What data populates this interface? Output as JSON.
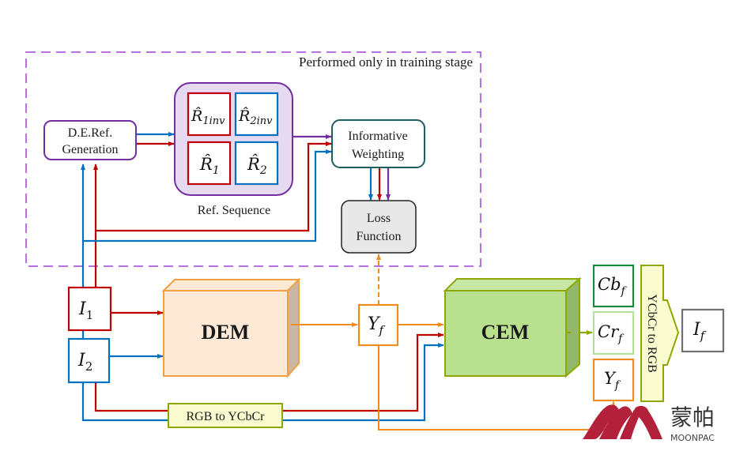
{
  "diagram": {
    "training_region_label": "Performed only in training stage",
    "deref": {
      "line1": "D.E.Ref.",
      "line2": "Generation"
    },
    "ref_sequence": {
      "label": "Ref. Sequence",
      "items": [
        {
          "base": "R̂",
          "sub": "1inv"
        },
        {
          "base": "R̂",
          "sub": "2inv"
        },
        {
          "base": "R̂",
          "sub": "1"
        },
        {
          "base": "R̂",
          "sub": "2"
        }
      ]
    },
    "informative_weighting": {
      "line1": "Informative",
      "line2": "Weighting"
    },
    "loss_function": {
      "line1": "Loss",
      "line2": "Function"
    },
    "inputs": [
      {
        "base": "I",
        "sub": "1"
      },
      {
        "base": "I",
        "sub": "2"
      }
    ],
    "dem": {
      "label": "DEM"
    },
    "cem": {
      "label": "CEM"
    },
    "yf_mid": {
      "base": "Y",
      "sub": "f"
    },
    "rgb_to_ycbcr": {
      "label": "RGB to YCbCr"
    },
    "outputs": [
      {
        "base": "Cb",
        "sub": "f"
      },
      {
        "base": "Cr",
        "sub": "f"
      },
      {
        "base": "Y",
        "sub": "f"
      }
    ],
    "ycbcr_to_rgb": {
      "label": "YCbCr to RGB"
    },
    "final": {
      "base": "I",
      "sub": "f"
    }
  },
  "watermark": {
    "cn": "蒙帕",
    "en": "MOONPAC"
  },
  "colors": {
    "red": "#c00000",
    "blue": "#0070c0",
    "purple": "#7030a0",
    "orange": "#f08c1e",
    "dashed_region": "#b673e0",
    "teal": "#1f5f5f",
    "dem_fill": "#fde9d5",
    "dem_side": "#c9b8a6",
    "cem_fill": "#b9e08f",
    "cem_side": "#93b86c",
    "olive": "#8fa800",
    "ref_fill": "#e6d9f2",
    "loss_fill": "#e8e8e8",
    "cb_border": "#148a3c",
    "cr_border": "#b5e09a",
    "gray_border": "#707070",
    "yellow_fill": "#fafccf",
    "logo_red": "#b3203a"
  }
}
